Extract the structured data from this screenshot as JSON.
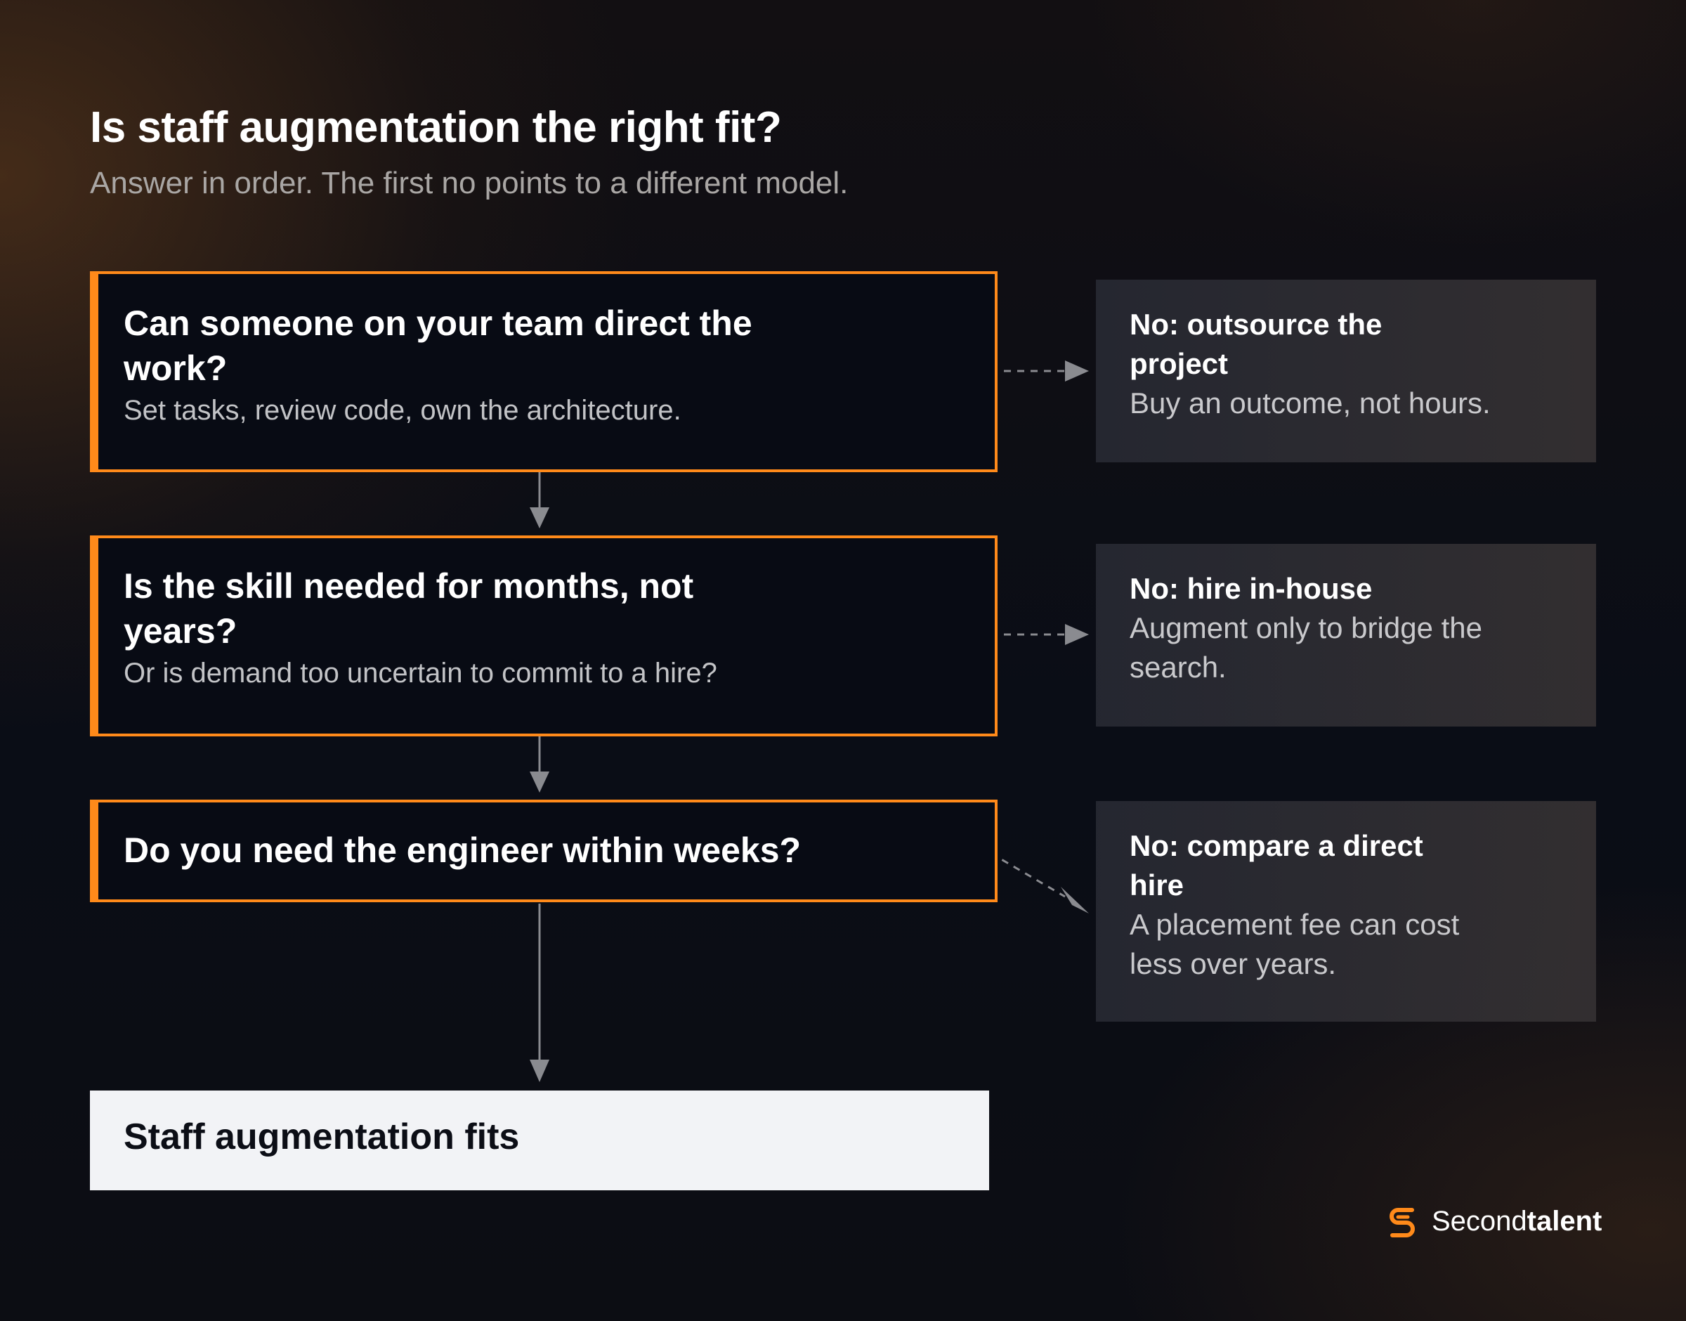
{
  "header": {
    "title": "Is staff augmentation the right fit?",
    "subtitle": "Answer in order. The first no points to a different model."
  },
  "questions": [
    {
      "title": "Can someone on your team direct the work?",
      "subtitle": "Set tasks, review code, own the architecture."
    },
    {
      "title": "Is the skill needed for months, not years?",
      "subtitle": "Or is demand too uncertain to commit to a hire?"
    },
    {
      "title": "Do you need the engineer within weeks?",
      "subtitle": ""
    }
  ],
  "outcomes": [
    {
      "title": "No: outsource the project",
      "subtitle": "Buy an outcome, not hours."
    },
    {
      "title": "No: hire in-house",
      "subtitle": "Augment only to bridge the search."
    },
    {
      "title": "No: compare a direct hire",
      "subtitle": "A placement fee can cost less over years."
    }
  ],
  "final": {
    "label": "Staff augmentation fits"
  },
  "brand": {
    "name_regular": "Second",
    "name_bold": "talent"
  },
  "colors": {
    "accent": "#ff8a1a",
    "question_bg": "#080b14",
    "outcome_bg": "#2a2b34",
    "final_bg": "#f2f3f6",
    "connector": "#8a8b90"
  }
}
